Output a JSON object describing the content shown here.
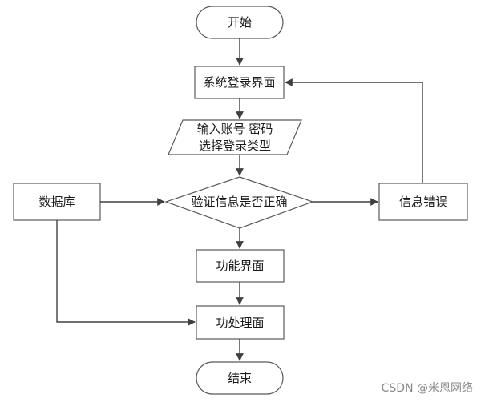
{
  "nodes": {
    "start": "开始",
    "login_page": "系统登录界面",
    "input_line1": "输入账号 密码",
    "input_line2": "选择登录类型",
    "database": "数据库",
    "verify": "验证信息是否正确",
    "error": "信息错误",
    "function_page": "功能界面",
    "process_page": "功处理面",
    "end": "结束"
  },
  "watermark": "CSDN @米恩网络"
}
